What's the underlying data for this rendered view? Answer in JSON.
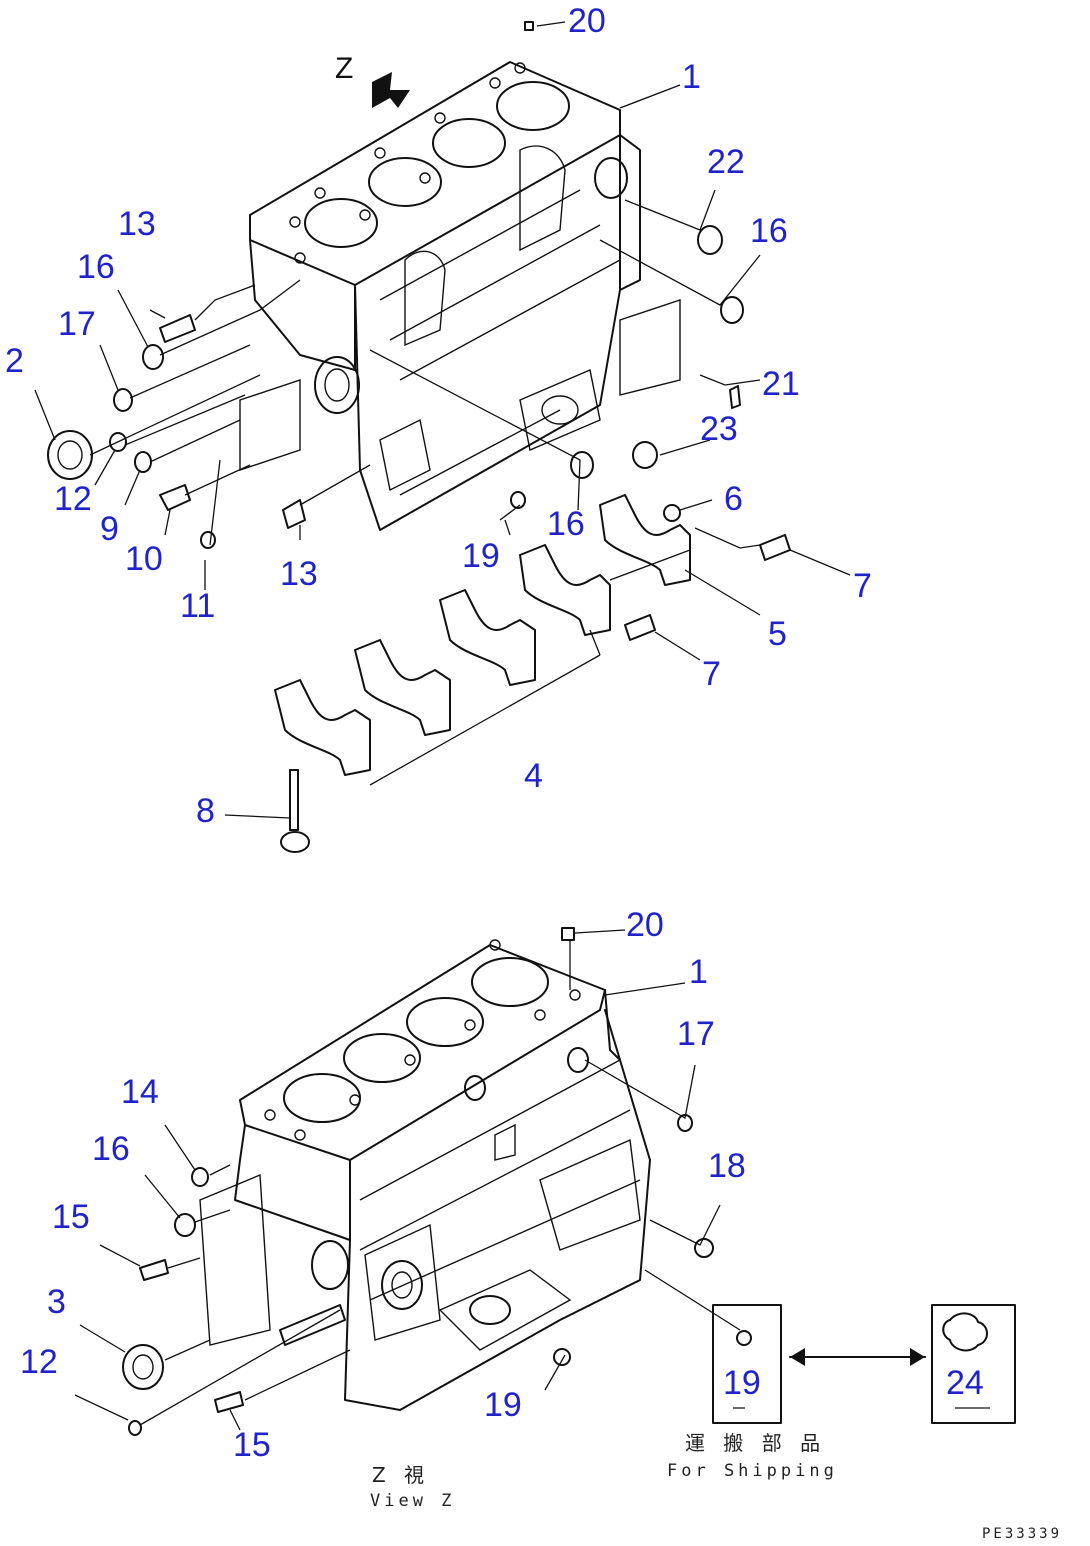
{
  "view_marker": "Z",
  "callouts_top": [
    {
      "label": "20"
    },
    {
      "label": "1"
    },
    {
      "label": "22"
    },
    {
      "label": "16"
    },
    {
      "label": "13"
    },
    {
      "label": "16"
    },
    {
      "label": "17"
    },
    {
      "label": "2"
    },
    {
      "label": "21"
    },
    {
      "label": "23"
    },
    {
      "label": "12"
    },
    {
      "label": "9"
    },
    {
      "label": "10"
    },
    {
      "label": "11"
    },
    {
      "label": "13"
    },
    {
      "label": "19"
    },
    {
      "label": "16"
    },
    {
      "label": "6"
    },
    {
      "label": "7"
    },
    {
      "label": "5"
    },
    {
      "label": "7"
    },
    {
      "label": "4"
    },
    {
      "label": "8"
    }
  ],
  "callouts_bottom": [
    {
      "label": "20"
    },
    {
      "label": "1"
    },
    {
      "label": "17"
    },
    {
      "label": "14"
    },
    {
      "label": "16"
    },
    {
      "label": "18"
    },
    {
      "label": "15"
    },
    {
      "label": "3"
    },
    {
      "label": "12"
    },
    {
      "label": "19"
    },
    {
      "label": "15"
    },
    {
      "label": "19"
    },
    {
      "label": "24"
    }
  ],
  "shipping_note": {
    "jp": "運 搬 部 品",
    "en": "For Shipping"
  },
  "view_note": {
    "jp": "Z 視",
    "en": "View Z"
  },
  "drawing_code": "PE33339"
}
